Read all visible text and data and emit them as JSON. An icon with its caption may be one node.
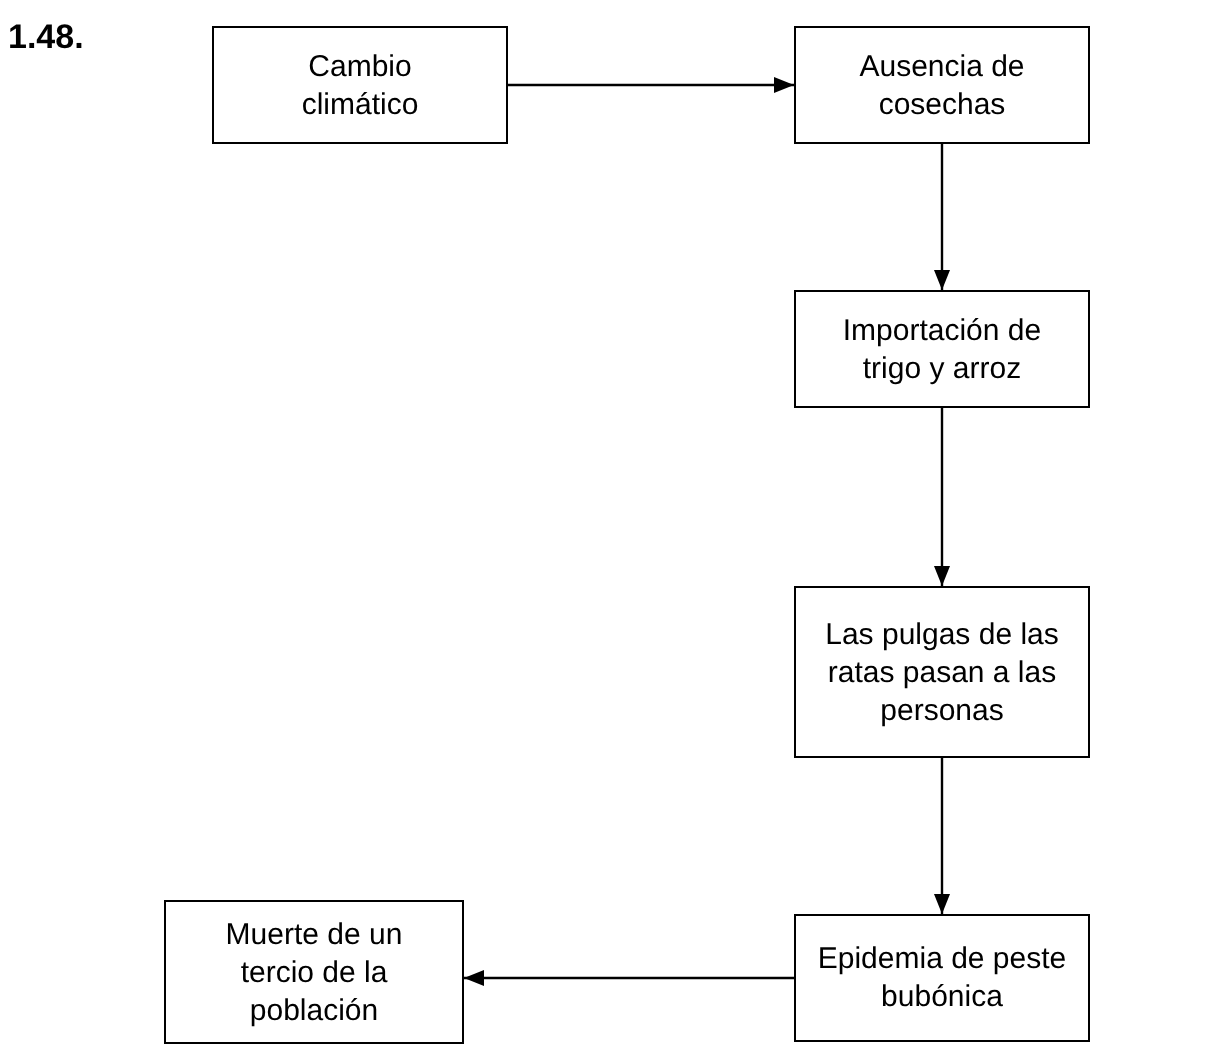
{
  "diagram": {
    "nodes": [
      {
        "text": [
          "Cambio climático"
        ]
      },
      {
        "text": [
          "Ausencia de cosechas"
        ]
      },
      {
        "text": [
          "Importación de trigo y arroz"
        ]
      },
      {
        "text": [
          "Las pulgas de las ratas pasan a las personas"
        ]
      },
      {
        "text": [
          "Epidemia de peste bubónica"
        ]
      },
      {
        "text": [
          "Muerte de un tercio de la población"
        ]
      }
    ],
    "edges": [
      {
        "from": 0,
        "to": 1,
        "arrow": "to"
      },
      {
        "from": 1,
        "to": 2,
        "arrow": "to"
      },
      {
        "from": 2,
        "to": 3,
        "arrow": "to"
      },
      {
        "from": 3,
        "to": 4,
        "arrow": "to"
      },
      {
        "from": 4,
        "to": 5,
        "arrow": "to"
      }
    ],
    "labels": [
      "1.48."
    ]
  }
}
